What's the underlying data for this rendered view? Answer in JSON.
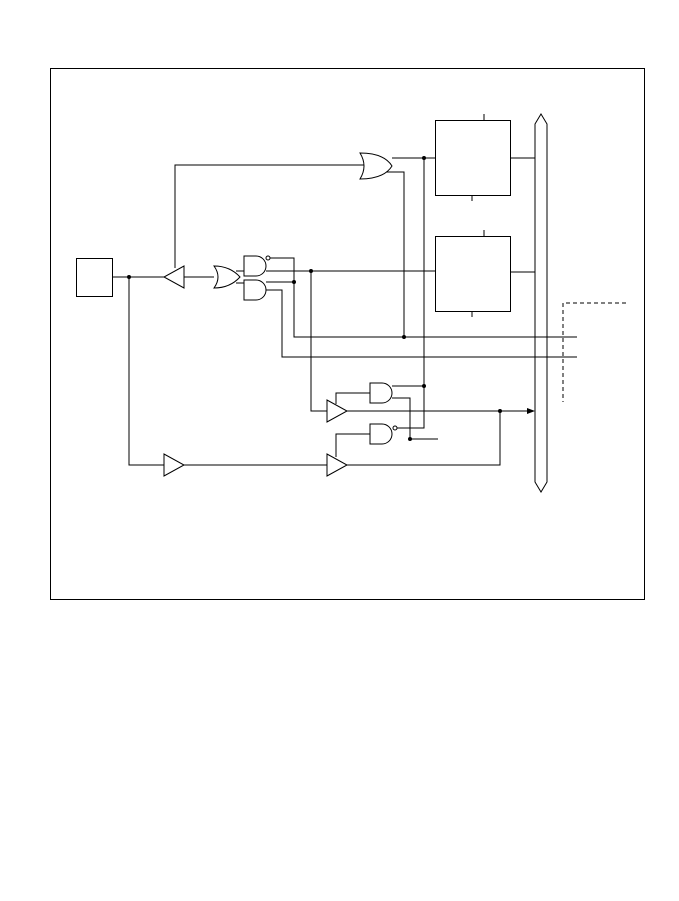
{
  "diagram": {
    "kind": "logic-circuit-schematic",
    "stroke_color": "#000000",
    "background_color": "#ffffff",
    "components": [
      {
        "name": "input-box"
      },
      {
        "name": "register-block-upper"
      },
      {
        "name": "register-block-lower"
      },
      {
        "name": "data-bus"
      },
      {
        "name": "or-gate-top"
      },
      {
        "name": "or-gate-mid"
      },
      {
        "name": "nand-gate-upper"
      },
      {
        "name": "and-gate-lower"
      },
      {
        "name": "and-gate-bottom-1"
      },
      {
        "name": "nand-gate-bottom-2"
      },
      {
        "name": "buffer-left-upper"
      },
      {
        "name": "buffer-left-lower"
      },
      {
        "name": "buffer-mid-upper"
      },
      {
        "name": "buffer-mid-lower"
      }
    ]
  }
}
